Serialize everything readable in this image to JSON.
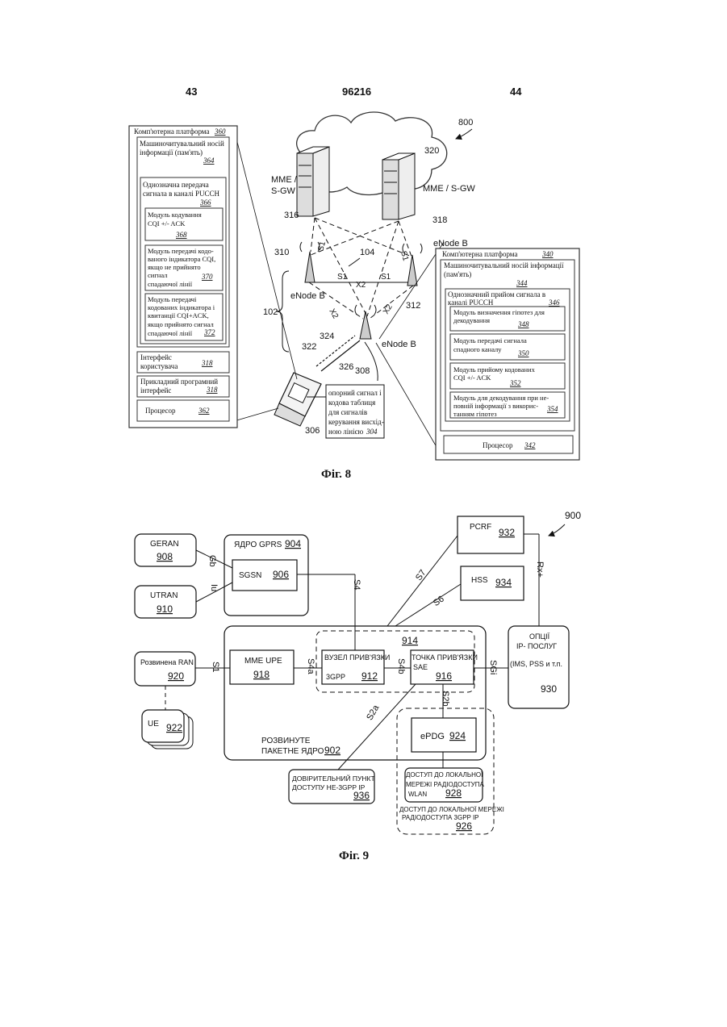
{
  "header": {
    "left": "43",
    "center": "96216",
    "right": "44"
  },
  "fig8": {
    "caption": "Фіг. 8",
    "ref": "800",
    "cloud_num": "320",
    "gw_left_label": [
      "MME /",
      "S-GW"
    ],
    "gw_left_num": "316",
    "gw_right_label": "MME / S-GW",
    "gw_right_num": "318",
    "enb_top_label": "eNode B",
    "enb_left_label": "eNode B",
    "enb_center_label": "eNode B",
    "tower_left_num": "310",
    "tower_right_num": "312",
    "num_104": "104",
    "num_102": "102",
    "x2_label": "X2",
    "s1_label": "S1",
    "num_322": "322",
    "num_324": "324",
    "num_326": "326",
    "num_308": "308",
    "num_306": "306",
    "uplink_box": [
      "опорний сигнал і",
      "кодова таблиця",
      "для сигналів",
      "керування висхід-",
      "ною лінією"
    ],
    "uplink_num": "304",
    "left_platform": {
      "title": "Комп'ютерна платформа",
      "num": "360",
      "memory": [
        "Машиночитувальний носій",
        "інформації (пам'ять)"
      ],
      "memory_num": "364",
      "pucch": [
        "Однозначна передача",
        "сигнала в каналі PUCCH"
      ],
      "pucch_num": "366",
      "mod1": [
        "Модуль кодування",
        "CQI +/- ACK"
      ],
      "mod1_num": "368",
      "mod2": [
        "Модуль передачі кодо-",
        "ваного індикатора CQI,",
        "якщо не прийнято",
        "сигнал",
        "спадаючої лінії"
      ],
      "mod2_num": "370",
      "mod3": [
        "Модуль передачі",
        "кодованих індикатора і",
        "квитанції CQI+ACK,",
        "якщо прийнято сигнал",
        "спадаючої лінії"
      ],
      "mod3_num": "372",
      "ui": [
        "Інтерфейс",
        "користувача"
      ],
      "ui_num": "318",
      "api": [
        "Прикладний програмний",
        "інтерфейс"
      ],
      "api_num": "318",
      "cpu": "Процесор",
      "cpu_num": "362"
    },
    "right_platform": {
      "title": "Комп'ютерна платформа",
      "num": "340",
      "memory": [
        "Машиночитувальний носій інформації",
        "(пам'ять)"
      ],
      "memory_num": "344",
      "pucch": [
        "Однозначний прийом сигнала в",
        "каналі PUCCH"
      ],
      "pucch_num": "346",
      "mod1": [
        "Модуль визначення гіпотез для",
        "декодування"
      ],
      "mod1_num": "348",
      "mod2": [
        "Модуль передачі сигнала",
        "спадного каналу"
      ],
      "mod2_num": "350",
      "mod3": [
        "Модуль прийому кодованих",
        "CQI +/- ACK"
      ],
      "mod3_num": "352",
      "mod4": [
        "Модуль для декодування при не-",
        "повній інформації з викорис-",
        "танням гіпотез"
      ],
      "mod4_num": "354",
      "cpu": "Процесор",
      "cpu_num": "342"
    }
  },
  "fig9": {
    "caption": "Фіг. 9",
    "ref": "900",
    "geran": "GERAN",
    "geran_num": "908",
    "utran": "UTRAN",
    "utran_num": "910",
    "gprs": "ЯДРО GPRS",
    "gprs_num": "904",
    "sgsn": "SGSN",
    "sgsn_num": "906",
    "pcrf": "PCRF",
    "pcrf_num": "932",
    "hss": "HSS",
    "hss_num": "934",
    "ran": "Розвинена  RAN",
    "ran_num": "920",
    "ue": "UE",
    "ue_num": "922",
    "mme": "MME UPE",
    "mme_num": "918",
    "anchor_3gpp": [
      "ВУЗЕЛ ПРИВ'ЯЗКИ",
      "3GPP"
    ],
    "anchor_3gpp_num": "912",
    "dashed_num": "914",
    "sae": [
      "ТОЧКА ПРИВ'ЯЗКИ",
      "SAE"
    ],
    "sae_num": "916",
    "epdg": "ePDG",
    "epdg_num": "924",
    "ip_services": [
      "ОПЦІЇ",
      "IP- ПОСЛУГ",
      "(IMS, PSS и т.п."
    ],
    "ip_num": "930",
    "core": [
      "РОЗВИНУТЕ",
      "ПАКЕТНЕ ЯДРО"
    ],
    "core_num": "902",
    "trusted": [
      "ДОВІРИТЕЛЬНИЙ ПУНКТ",
      "ДОСТУПУ НЕ-3GPP IP"
    ],
    "trusted_num": "936",
    "wlan": [
      "ДОСТУП ДО ЛОКАЛЬНОЇ",
      "МЕРЕЖІ РАДІОДОСТУПА",
      "WLAN"
    ],
    "wlan_num": "928",
    "local_access": [
      "ДОСТУП ДО ЛОКАЛЬНОЇ МЕРЕЖІ",
      "РАДІОДОСТУПА 3GPP IP"
    ],
    "local_num": "926",
    "labels": {
      "gb": "Gb",
      "iu": "Iu",
      "s4": "S4",
      "s7": "S7",
      "s6": "S6",
      "rx": "Rx+",
      "s1": "S1",
      "s4a": "S4a",
      "s4b": "S4b",
      "sgi": "SGi",
      "s2b": "S2b",
      "s2a": "S2a"
    }
  }
}
